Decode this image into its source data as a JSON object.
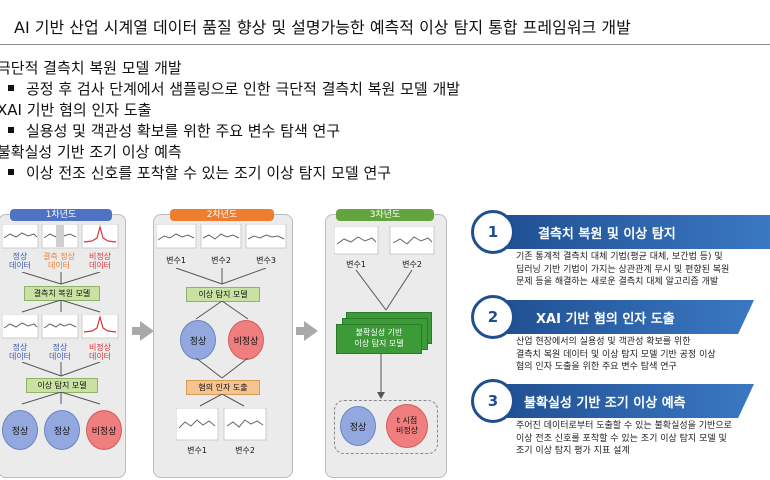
{
  "title": "AI 기반 산업 시계열 데이터 품질 향상 및 설명가능한 예측적 이상 탐지 통합 프레임워크 개발",
  "outline": [
    {
      "heading": "극단적 결측치 복원 모델 개발",
      "bullet": "공정 후 검사 단계에서 샘플링으로 인한 극단적 결측치 복원 모델 개발"
    },
    {
      "heading": "XAI 기반 혐의 인자 도출",
      "bullet": "실용성 및 객관성 확보를 위한 주요 변수 탐색 연구"
    },
    {
      "heading": "불확실성 기반 조기 이상 예측",
      "bullet": "이상 전조 신호를 포착할 수 있는 조기 이상 탐지 모델 연구"
    }
  ],
  "year1": {
    "tab": "1차년도",
    "top_labels": [
      "정상\n데이터",
      "결측 정상\n데이터",
      "비정상\n데이터"
    ],
    "model1": "결측치 복원 모델",
    "mid_labels": [
      "정상\n데이터",
      "정상\n데이터",
      "비정상\n데이터"
    ],
    "model2": "이상 탐지 모델",
    "outputs": [
      "정상",
      "정상",
      "비정상"
    ]
  },
  "year2": {
    "tab": "2차년도",
    "vars": [
      "변수1",
      "변수2",
      "변수3"
    ],
    "model": "이상 탐지 모델",
    "outputs": [
      "정상",
      "비정상"
    ],
    "factor": "혐의 인자 도출",
    "bottom_vars": [
      "변수1",
      "변수2"
    ]
  },
  "year3": {
    "tab": "3차년도",
    "vars": [
      "변수1",
      "변수2"
    ],
    "model": "불확실성 기반\n이상 탐지 모델",
    "outputs": [
      "정상",
      "t 시점\n비정상"
    ]
  },
  "right": [
    {
      "num": "1",
      "title": "결측치 복원 및 이상 탐지",
      "desc": "기존 통계적 결측치 대체 기법(평균 대체, 보간법 등) 및\n딥러닝 기반 기법이 가지는 상관관계 무시 및 편향된 복원\n문제 등을 해결하는 새로운 결측치 대체 알고리즘 개발"
    },
    {
      "num": "2",
      "title": "XAI 기반 혐의 인자 도출",
      "desc": "산업 현장에서의 실용성 및 객관성 확보를 위한\n결측치 복원 데이터 및 이상 탐지 모델 기반 공정 이상\n혐의 인자 도출을 위한 주요 변수 탐색 연구"
    },
    {
      "num": "3",
      "title": "불확실성 기반 조기 이상 예측",
      "desc": "주어진 데이터로부터 도출할 수 있는 불확실성을 기반으로\n이상 전조 신호를 포착할 수 있는 조기 이상 탐지 모델 및\n조기 이상 탐지 평가 지표 설계"
    }
  ],
  "colors": {
    "tab1": "#4e72c4",
    "tab2": "#ee7d30",
    "tab3": "#63a43e",
    "ribbon": "#1f4e91",
    "ribbon_light": "#3a78c2"
  }
}
